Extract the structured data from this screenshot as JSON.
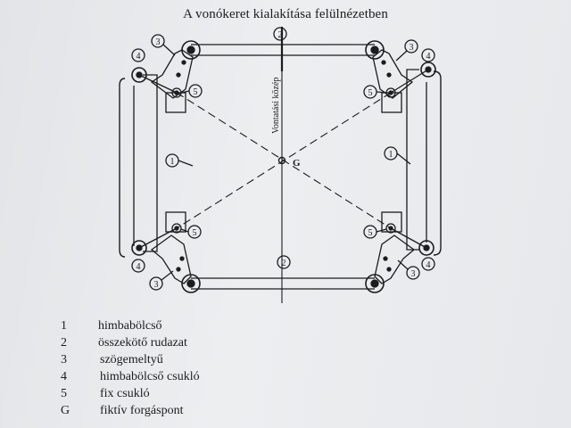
{
  "title": "A vonókeret kialakítása felülnézetben",
  "diagram": {
    "axis_label": "Vontatási közép",
    "center_label": "G",
    "callouts": {
      "cradle_left": "1",
      "cradle_right": "1",
      "linkage_top": "2",
      "linkage_bottom": "2",
      "angle_lever_tl": "3",
      "angle_lever_tr": "3",
      "angle_lever_bl": "3",
      "angle_lever_br": "3",
      "pivot_tl": "4",
      "pivot_tr": "4",
      "pivot_bl": "4",
      "pivot_br": "4",
      "fixed_tl": "5",
      "fixed_tr": "5",
      "fixed_bl": "5",
      "fixed_br": "5"
    }
  },
  "legend": [
    {
      "key": "1",
      "desc": "himbabölcső"
    },
    {
      "key": "2",
      "desc": "összekötő rudazat"
    },
    {
      "key": "3",
      "desc": "szögemeltyű"
    },
    {
      "key": "4",
      "desc": "himbabölcső csukló"
    },
    {
      "key": "5",
      "desc": "fix csukló"
    },
    {
      "key": "G",
      "desc": "fiktív forgáspont"
    }
  ],
  "colors": {
    "ink": "#1c1c1e",
    "paper": "#e9eaec"
  }
}
